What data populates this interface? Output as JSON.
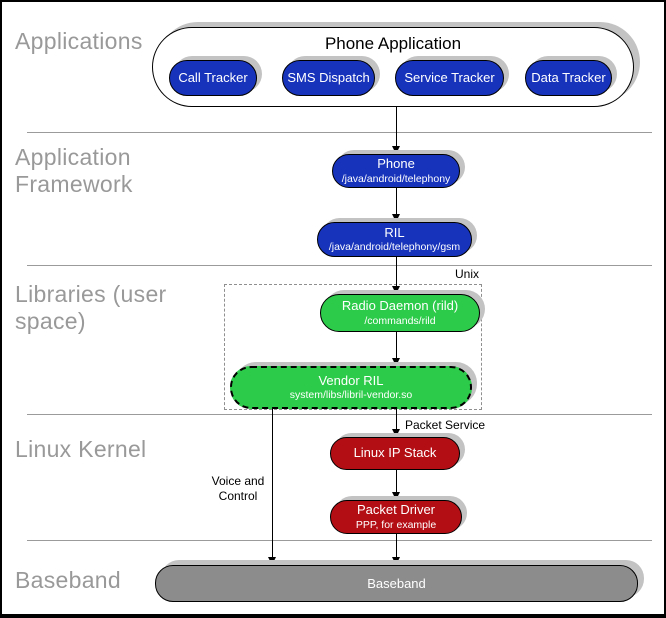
{
  "layers": {
    "applications": {
      "label": "Applications"
    },
    "application_framework": {
      "label": "Application Framework"
    },
    "libraries": {
      "label": "Libraries (user space)"
    },
    "linux_kernel": {
      "label": "Linux Kernel"
    },
    "baseband": {
      "label": "Baseband"
    }
  },
  "applications": {
    "container_title": "Phone Application",
    "pills": [
      "Call Tracker",
      "SMS Dispatch",
      "Service Tracker",
      "Data Tracker"
    ]
  },
  "framework": {
    "phone": {
      "title": "Phone",
      "subtitle": "/java/android/telephony"
    },
    "ril": {
      "title": "RIL",
      "subtitle": "/java/android/telephony/gsm"
    }
  },
  "libraries": {
    "unix_label": "Unix",
    "radio_daemon": {
      "title": "Radio Daemon (rild)",
      "subtitle": "/commands/rild"
    },
    "vendor_ril": {
      "title": "Vendor RIL",
      "subtitle": "system/libs/libril-vendor.so"
    }
  },
  "kernel": {
    "linux_ip_stack": {
      "title": "Linux IP Stack"
    },
    "packet_driver": {
      "title": "Packet Driver",
      "subtitle": "PPP, for example"
    },
    "packet_service_label": "Packet Service",
    "voice_control_label": "Voice and Control"
  },
  "baseband": {
    "bar_title": "Baseband"
  },
  "colors": {
    "blue": "#1733BB",
    "green": "#2CCB49",
    "red": "#B30E14",
    "baseband_gray": "#8C8C8C",
    "shadow_gray": "#C3C3C3",
    "section_label_gray": "#999999"
  }
}
